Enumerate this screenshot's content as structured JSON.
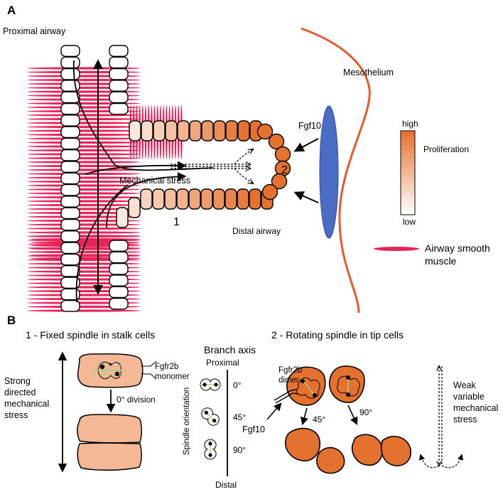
{
  "panelA": {
    "letter": "A",
    "proximal_airway": "Proximal airway",
    "mesothelium": "Mesothelium",
    "fgf10": "Fgf10",
    "mechanical_stress": "Mechanical stress",
    "label_1": "1",
    "label_2": "2",
    "distal_airway": "Distal airway",
    "legend": {
      "high": "high",
      "proliferation": "Proliferation",
      "low": "low",
      "asm_line1": "Airway smooth",
      "asm_line2": "muscle"
    }
  },
  "panelB": {
    "letter": "B",
    "left_title": "1 - Fixed spindle in stalk cells",
    "right_title": "2 - Rotating spindle in tip cells",
    "strong_stress": [
      "Strong",
      "directed",
      "mechanical",
      "stress"
    ],
    "monomer": [
      "Fgfr2b",
      "monomer"
    ],
    "zero_div": "0° division",
    "branch_axis": "Branch axis",
    "proximal": "Proximal",
    "distal": "Distal",
    "spindle_orientation": "Spindle orientation",
    "angles": [
      "0°",
      "45°",
      "90°"
    ],
    "dimer": [
      "Fgfr2b",
      "dimer"
    ],
    "fgf10": "Fgf10",
    "a45": "45°",
    "a90": "90°",
    "weak_stress": [
      "Weak",
      "variable",
      "mechanical",
      "stress"
    ]
  },
  "colors": {
    "tip_orange": "#e4712e",
    "stalk_peach": "#f5b896",
    "mesothelium": "#e85a2c",
    "fgf10_blue": "#4a6cc4",
    "smooth_muscle": "#e8245a",
    "spindle_green": "#a6d08a"
  }
}
